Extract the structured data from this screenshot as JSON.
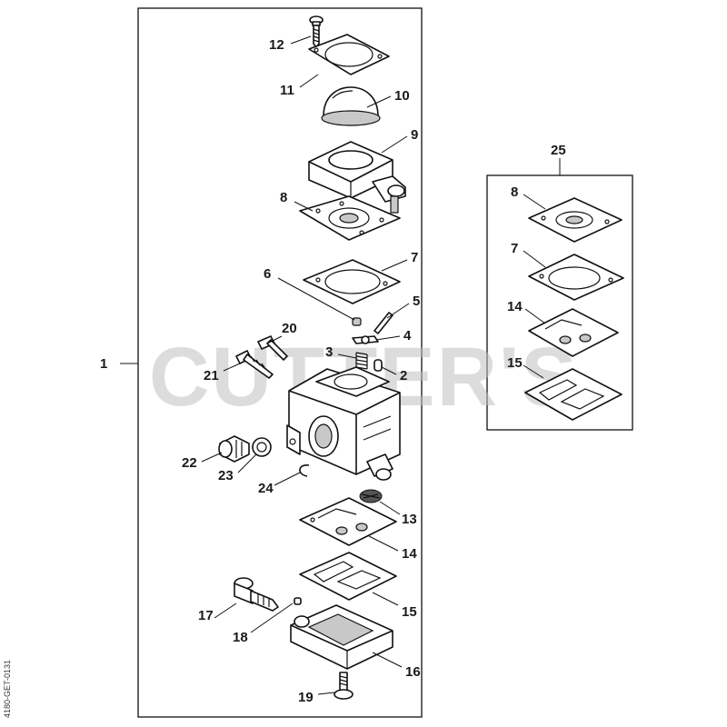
{
  "watermark": "CUTTER'S",
  "drawing_code": "4180-GET-0131",
  "main_assembly": {
    "label": "1",
    "parts": [
      {
        "num": "12"
      },
      {
        "num": "11"
      },
      {
        "num": "10"
      },
      {
        "num": "9"
      },
      {
        "num": "8"
      },
      {
        "num": "7"
      },
      {
        "num": "6"
      },
      {
        "num": "5"
      },
      {
        "num": "4"
      },
      {
        "num": "3"
      },
      {
        "num": "2"
      },
      {
        "num": "20"
      },
      {
        "num": "21"
      },
      {
        "num": "22"
      },
      {
        "num": "23"
      },
      {
        "num": "24"
      },
      {
        "num": "13"
      },
      {
        "num": "14"
      },
      {
        "num": "15"
      },
      {
        "num": "17"
      },
      {
        "num": "18"
      },
      {
        "num": "16"
      },
      {
        "num": "19"
      }
    ]
  },
  "kit": {
    "label": "25",
    "parts": [
      {
        "num": "8"
      },
      {
        "num": "7"
      },
      {
        "num": "14"
      },
      {
        "num": "15"
      }
    ]
  }
}
